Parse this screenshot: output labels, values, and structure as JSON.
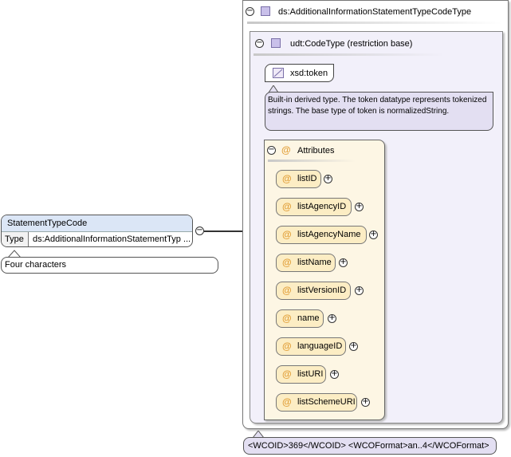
{
  "element": {
    "name": "StatementTypeCode",
    "type_label": "Type",
    "type_value": "ds:AdditionalInformationStatementTyp ...",
    "annotation": "Four characters"
  },
  "complex_type": {
    "name": "ds:AdditionalInformationStatementTypeCodeType",
    "base": {
      "name": "udt:CodeType (restriction base)",
      "token": "xsd:token",
      "description": "Built-in derived type. The token datatype represents tokenized strings. The base type of token is normalizedString."
    },
    "attributes": {
      "label": "Attributes",
      "items": [
        "listID",
        "listAgencyID",
        "listAgencyName",
        "listName",
        "listVersionID",
        "name",
        "languageID",
        "listURI",
        "listSchemeURI"
      ]
    },
    "appinfo": "<WCOID>369</WCOID> <WCOFormat>an..4</WCOFormat>"
  },
  "icons": {
    "collapse": "⊖",
    "expand": "⊕",
    "attribute": "@"
  },
  "colors": {
    "element_header": "#dbe6f6",
    "attribute_fill": "#fcedc4",
    "attribute_group": "#fdf6e4",
    "type_fill": "#f2f0fa",
    "doc_fill": "#e3dff2",
    "type_square": "#c9c0ea",
    "at_symbol": "#e2a03a"
  }
}
